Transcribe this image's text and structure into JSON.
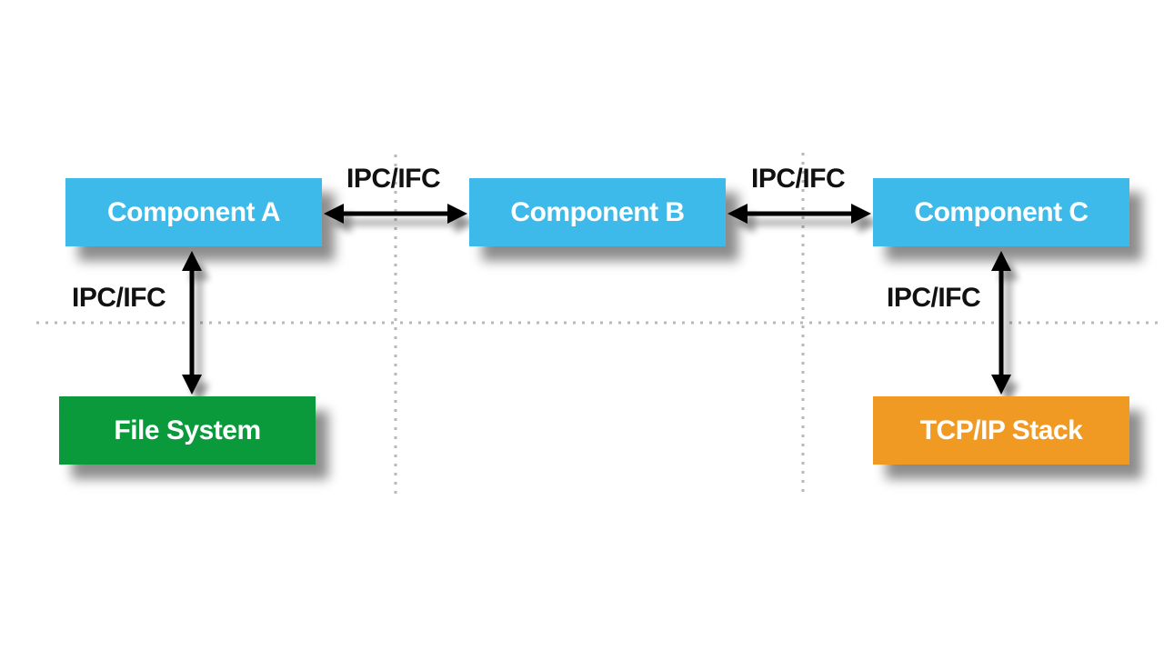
{
  "components": {
    "a": "Component A",
    "b": "Component B",
    "c": "Component C"
  },
  "resources": {
    "file_system": "File System",
    "tcp_ip": "TCP/IP Stack"
  },
  "connections": {
    "a_b": "IPC/IFC",
    "b_c": "IPC/IFC",
    "a_fs": "IPC/IFC",
    "c_tcp": "IPC/IFC"
  },
  "colors": {
    "component": "#3dbaea",
    "file_system": "#0a9a3c",
    "tcp_ip": "#f09a24",
    "arrow": "#000000",
    "grid": "#b8b8b8"
  }
}
